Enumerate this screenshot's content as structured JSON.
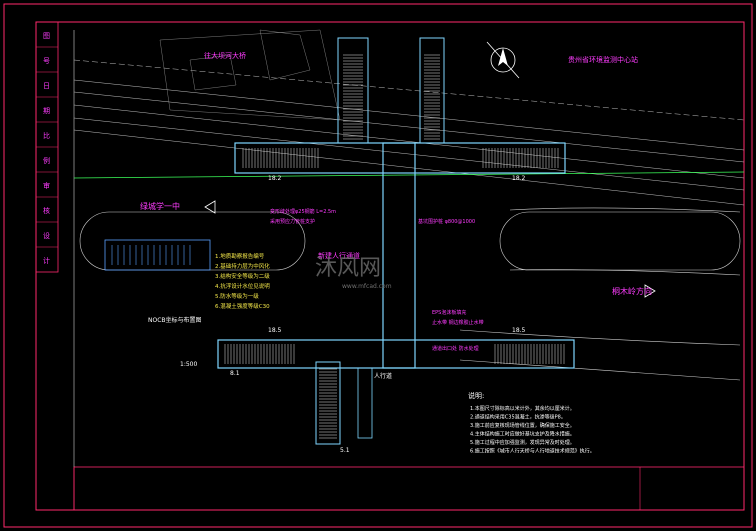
{
  "drawing": {
    "labels": {
      "top_left_tag": "往大坝河大桥",
      "top_right_tag": "贵州省环境监测中心站",
      "left_dir": "绿城学一中",
      "right_dir": "桐木岭方向",
      "center_label": "新建人行通道",
      "watermark": "沐风网",
      "watermark_url": "www.mfcad.com",
      "legend_title": "NOCB坐标与布置图",
      "bottom_label": "人行道",
      "notes_title": "说明:"
    },
    "left_stamps": [
      "图",
      "号",
      "日",
      "期",
      "比",
      "例",
      "审",
      "核",
      "设",
      "计"
    ],
    "legend_lines": [
      "1.地质勘察报告编号",
      "2.基础持力层为中风化",
      "3.结构安全等级为二级",
      "4.抗浮设计水位见说明",
      "5.防水等级为一级",
      "6.混凝土强度等级C30"
    ],
    "notes": [
      "1.本图尺寸除标高以米计外，其余均以厘米计。",
      "2.通道结构采用C35混凝土，抗渗等级P8。",
      "3.施工前应复核现场管线位置，确保施工安全。",
      "4.主体结构施工时应做好基坑支护及降水措施。",
      "5.施工过程中应加强监测，发现异常及时处理。",
      "6.施工按照《城市人行天桥与人行地道技术规范》执行。"
    ],
    "callouts": [
      "变形缝处理φ25钢筋 L=2.5m",
      "采用预应力管桩支护",
      "基坑围护桩 φ800@1000",
      "EPS泡沫板填充",
      "止水带 钢边橡胶止水带",
      "通道出口处 防水处理"
    ],
    "dims": [
      "18.2",
      "18.2",
      "18.5",
      "18.5",
      "8.1",
      "5.1",
      "1:500"
    ],
    "colors": {
      "frame": "#ff2a6d",
      "structure": "#7fd6ff",
      "road": "#cfcfcf",
      "label_magenta": "#ff3cff",
      "label_yellow": "#f5e84a",
      "green": "#3cff5a"
    }
  }
}
